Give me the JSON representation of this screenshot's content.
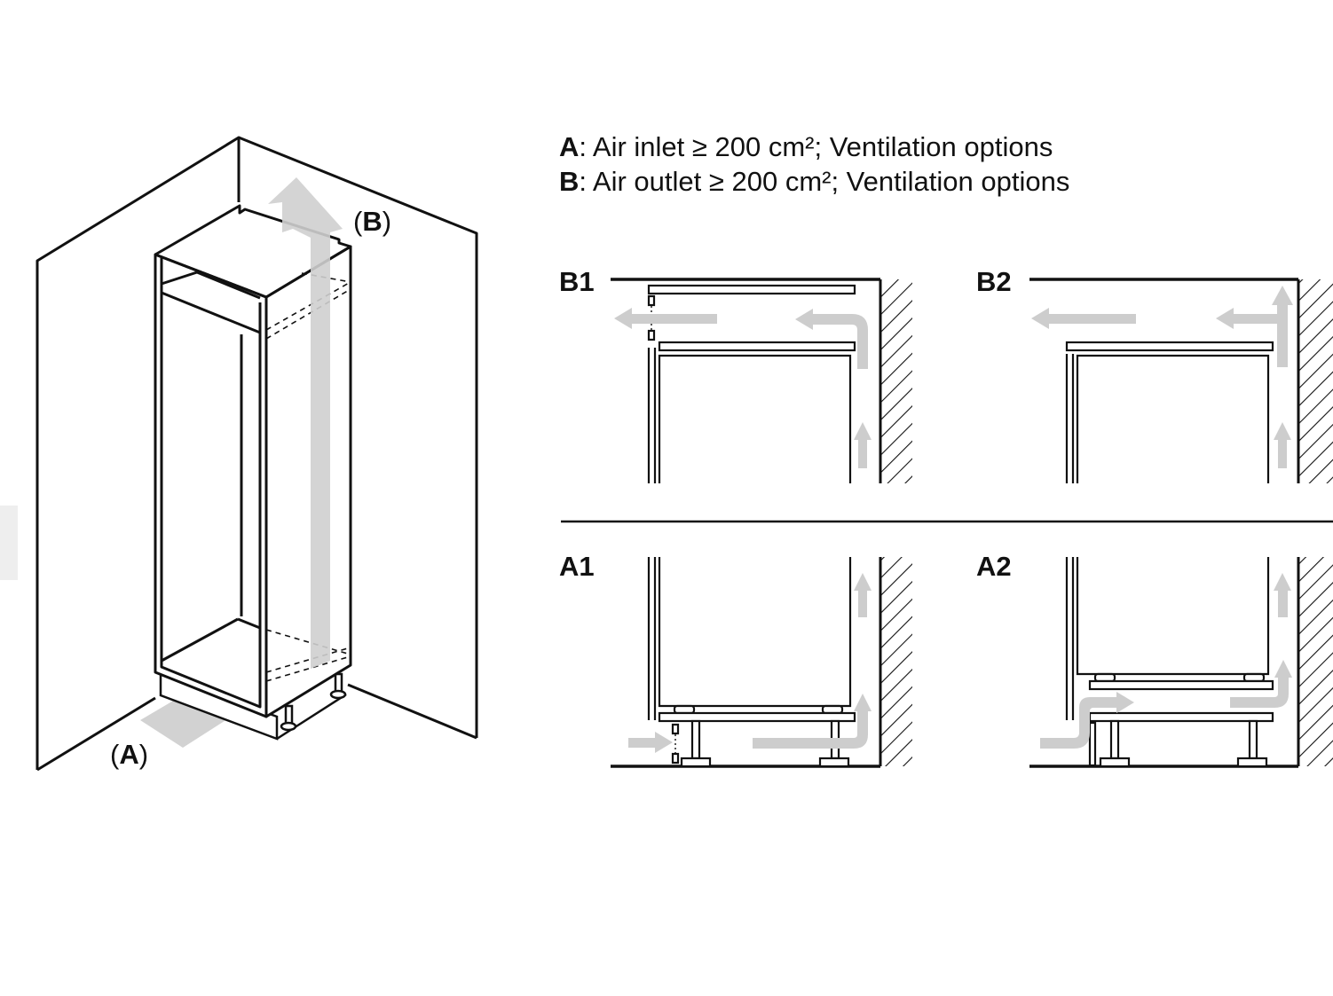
{
  "legend": {
    "a": {
      "letter": "A",
      "text": ": Air inlet ≥ 200 cm²; Ventilation options"
    },
    "b": {
      "letter": "B",
      "text": ": Air outlet ≥ 200 cm²; Ventilation options"
    }
  },
  "callouts": {
    "b": {
      "open": "(",
      "letter": "B",
      "close": ")"
    },
    "a": {
      "open": "(",
      "letter": "A",
      "close": ")"
    }
  },
  "panels": {
    "b1": "B1",
    "b2": "B2",
    "a1": "A1",
    "a2": "A2"
  },
  "colors": {
    "line": "#111111",
    "airflow_arrow": "#cfcfcf",
    "background": "#ffffff"
  }
}
